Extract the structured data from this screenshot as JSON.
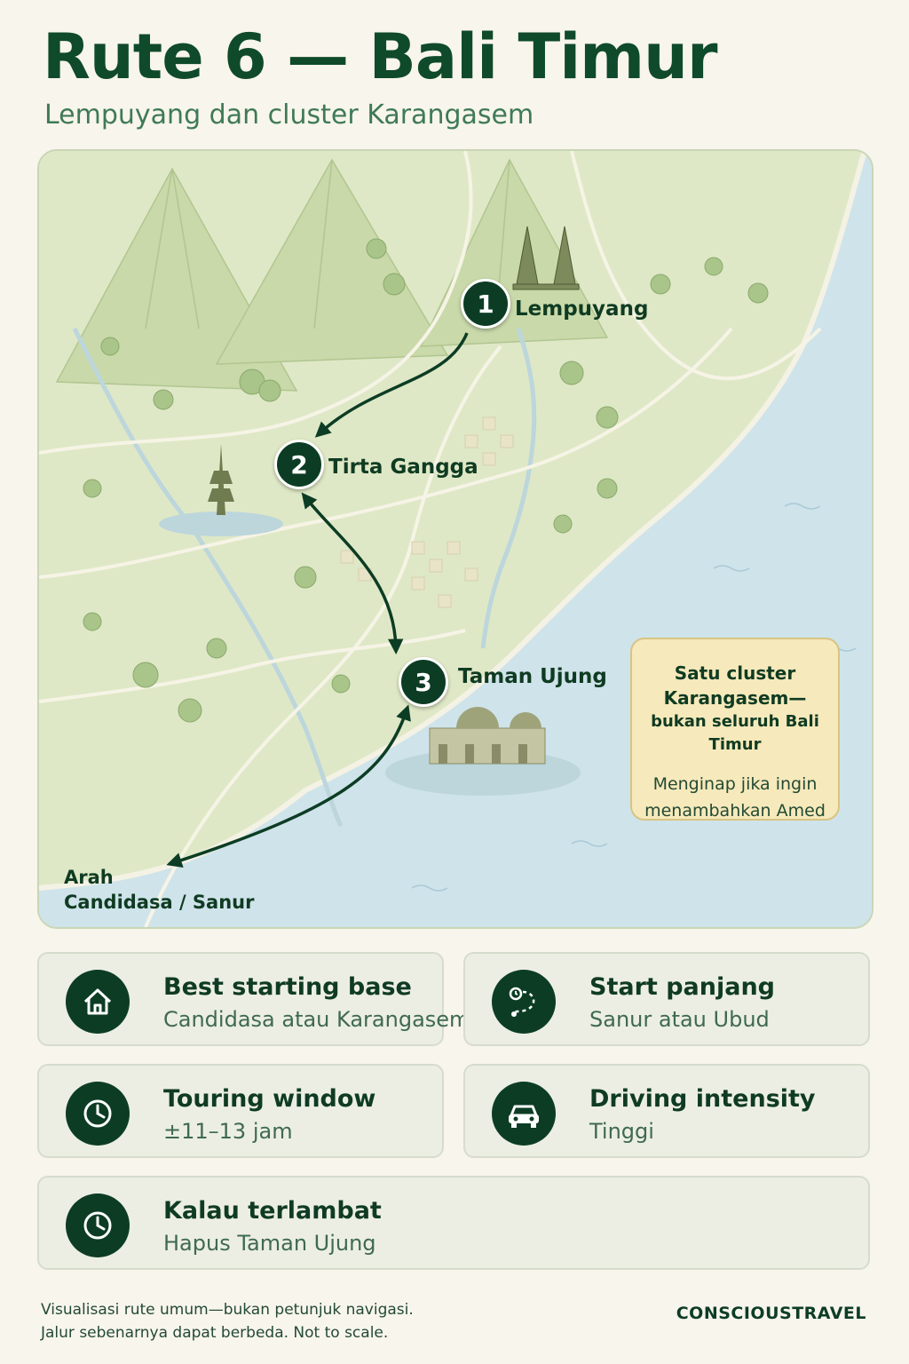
{
  "header": {
    "title": "Rute 6 — Bali Timur",
    "subtitle": "Lempuyang dan cluster Karangasem"
  },
  "map": {
    "stops": [
      {
        "number": "1",
        "name": "Lempuyang"
      },
      {
        "number": "2",
        "name": "Tirta Gangga"
      },
      {
        "number": "3",
        "name": "Taman Ujung"
      }
    ],
    "destination": {
      "line1": "Arah",
      "line2": "Candidasa / Sanur"
    },
    "callout": {
      "heading_line1": "Satu cluster",
      "heading_line2": "Karangasem—",
      "heading_line3": "bukan seluruh Bali Timur",
      "body_line1": "Menginap jika ingin",
      "body_line2": "menambahkan Amed"
    }
  },
  "info_cards": [
    {
      "label": "Best starting base",
      "value": "Candidasa atau Karangasem",
      "icon": "home-icon"
    },
    {
      "label": "Start panjang",
      "value": "Sanur atau Ubud",
      "icon": "route-timer-icon"
    },
    {
      "label": "Touring window",
      "value": "±11–13 jam",
      "icon": "clock-icon"
    },
    {
      "label": "Driving intensity",
      "value": "Tinggi",
      "icon": "car-icon"
    },
    {
      "label": "Kalau terlambat",
      "value": "Hapus Taman Ujung",
      "icon": "clock-icon"
    }
  ],
  "footer": {
    "note_line1": "Visualisasi rute umum—bukan petunjuk navigasi.",
    "note_line2": "Jalur sebenarnya dapat berbeda. Not to scale.",
    "brand": "CONSCIOUSTRAVEL"
  },
  "colors": {
    "primary": "#0c3d24",
    "land": "#dfe8c6",
    "sea": "#cfe3ea",
    "callout_bg": "#f6e9bb",
    "page_bg": "#f8f5ec"
  }
}
